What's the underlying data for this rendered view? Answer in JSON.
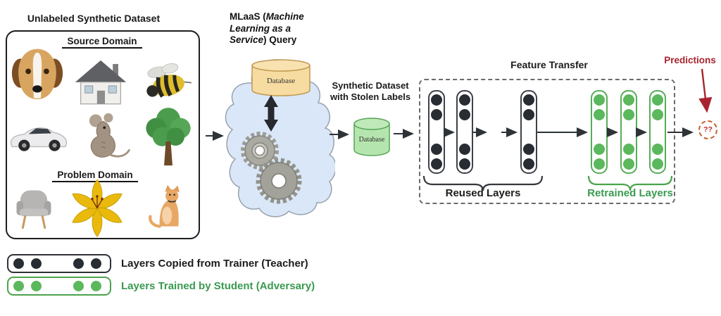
{
  "dataset_panel": {
    "title": "Unlabeled Synthetic Dataset",
    "source_domain_label": "Source Domain",
    "problem_domain_label": "Problem Domain",
    "source_images": [
      "dog",
      "house",
      "bee",
      "car",
      "mouse",
      "tree"
    ],
    "problem_images": [
      "armchair",
      "lily-flower",
      "cat"
    ]
  },
  "mlaas": {
    "title_prefix": "MLaaS (",
    "title_italic": "Machine Learning as a Service",
    "title_suffix": ") Query",
    "database_label": "Database",
    "components": [
      "database-cylinder",
      "bidirectional-arrow",
      "gears",
      "cloud"
    ]
  },
  "stolen_dataset": {
    "label": "Synthetic Dataset with Stolen Labels",
    "database_label": "Database"
  },
  "feature_transfer": {
    "title": "Feature Transfer",
    "reused_label": "Reused Layers",
    "retrained_label": "Retrained Layers",
    "reused_layer_count": 3,
    "retrained_layer_count": 3,
    "dots_per_layer": 4,
    "gap_between_reused_layers_2_and_3": true
  },
  "predictions": {
    "label": "Predictions",
    "placeholder": "??"
  },
  "legend": [
    {
      "type": "teacher",
      "label": "Layers Copied from Trainer (Teacher)",
      "color": "#272d33"
    },
    {
      "type": "student",
      "label": "Layers Trained by Student (Adversary)",
      "color": "#5bb85c"
    }
  ],
  "colors": {
    "teacher_dot": "#272d33",
    "student_dot": "#5bb85c",
    "student_text": "#399a50",
    "predictions_red": "#a8242e",
    "prediction_circle_dash": "#c4622d",
    "cloud_fill": "#d9e7f8",
    "query_database_fill": "#f7dca2",
    "stolen_database_fill": "#b5e5ae"
  }
}
